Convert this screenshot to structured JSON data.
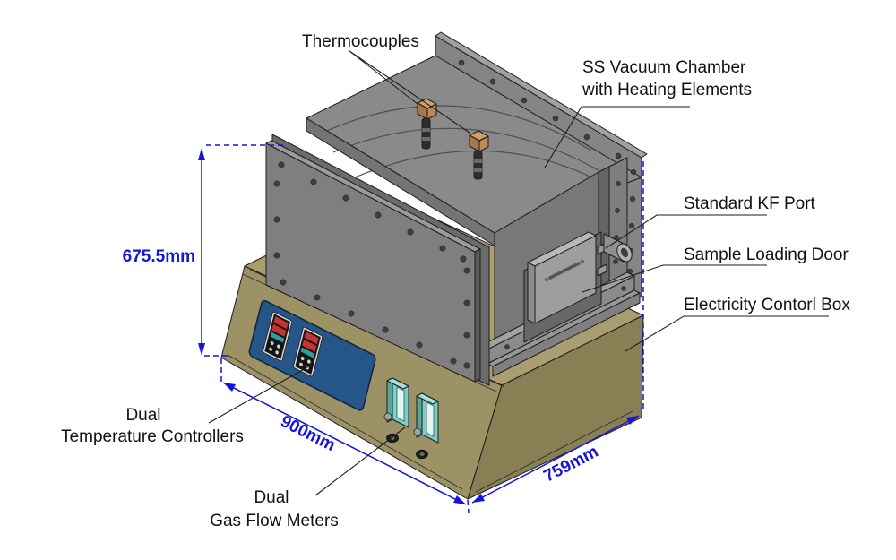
{
  "figure": {
    "type": "technical-diagram",
    "labels": {
      "thermocouples": "Thermocouples",
      "chamber_line1": "SS Vacuum Chamber",
      "chamber_line2": "with Heating Elements",
      "kf_port": "Standard KF Port",
      "loading_door": "Sample Loading Door",
      "control_box": "Electricity Contorl Box",
      "temp_ctrl_line1": "Dual",
      "temp_ctrl_line2": "Temperature Controllers",
      "flow_meter_line1": "Dual",
      "flow_meter_line2": "Gas Flow Meters"
    },
    "dimensions": {
      "height": "675.5mm",
      "width": "900mm",
      "depth": "759mm"
    },
    "colors": {
      "dimension_blue": "#1414dd",
      "leader_black": "#1c1c1c",
      "base_khaki_front": "#9c9266",
      "base_khaki_top": "#a89e70",
      "base_khaki_right": "#897f54",
      "chamber_gray": "#7f7f7f",
      "panel_blue": "#265687",
      "display_red": "#c83232",
      "flow_meter_teal": "#7ecec6",
      "thermocouple_tan": "#b98a5c"
    }
  }
}
